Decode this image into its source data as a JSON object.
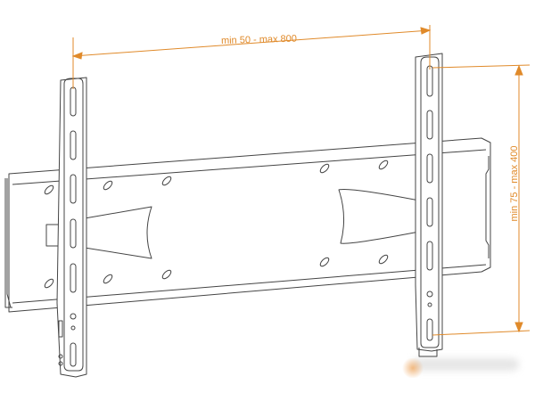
{
  "diagram": {
    "subject": "TV wall mount bracket",
    "annotations": {
      "width_range": "min 50 - max 800",
      "height_range": "min 75 - max 400"
    },
    "colors": {
      "line": "#444444",
      "dimension": "#e08a2a",
      "background": "#ffffff"
    }
  }
}
